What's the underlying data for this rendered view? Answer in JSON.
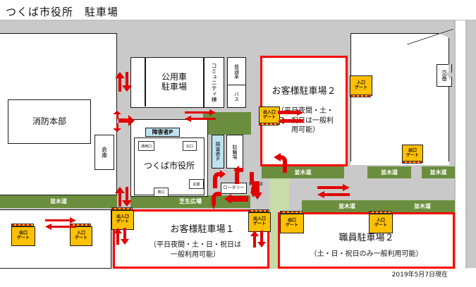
{
  "page": {
    "title": "つくば市役所　駐車場",
    "datestamp": "2019年5月7日現在"
  },
  "buildings": [
    {
      "name": "fire-department",
      "label": "消防本部"
    },
    {
      "name": "warehouse",
      "label": "倉庫"
    },
    {
      "name": "official-vehicle-parking",
      "label_line1": "公用車",
      "label_line2": "駐車場"
    },
    {
      "name": "community-building",
      "label": "コミュニティ棟"
    },
    {
      "name": "regular-car-parking",
      "label": "普通車"
    },
    {
      "name": "bus-parking",
      "label": "バス"
    },
    {
      "name": "city-hall",
      "label": "つくば市役所"
    },
    {
      "name": "police-box",
      "label": "交番"
    },
    {
      "name": "bicycle-parking",
      "label": "駐輪場"
    },
    {
      "name": "disabled-parking-side",
      "label": "障害者P"
    },
    {
      "name": "rotary",
      "label": "ロータリー"
    }
  ],
  "city_hall": {
    "label": "つくば市役所",
    "entrances": [
      {
        "name": "service-entrance",
        "label": "通用口"
      },
      {
        "name": "north-entrance",
        "label": "北口"
      },
      {
        "name": "main-entrance",
        "label": "玄関"
      },
      {
        "name": "south-entrance",
        "label": "南口"
      }
    ],
    "disabled_parking_badge": "障害者P"
  },
  "zones": {
    "customer_parking_2": {
      "title": "お客様駐車場２",
      "note_line1": "（平日夜間・土・",
      "note_line2": "日・祝日は一般利",
      "note_line3": "用可能）"
    },
    "customer_parking_1": {
      "title": "お客様駐車場１",
      "note_line1": "（平日夜間・土・日・祝日は",
      "note_line2": "一般利用可能）"
    },
    "staff_parking_2": {
      "title": "職員駐車場２",
      "note": "（土・日・祝日のみ一般利用可能）"
    }
  },
  "gates": [
    {
      "name": "gate-entrance-customer2",
      "line1": "入口",
      "line2": "ゲート"
    },
    {
      "name": "gate-inout-customer2",
      "line1": "出入口",
      "line2": "ゲート"
    },
    {
      "name": "gate-exit-upper-right",
      "line1": "出口",
      "line2": "ゲート"
    },
    {
      "name": "gate-exit-customer1-west",
      "line1": "出口",
      "line2": "ゲート"
    },
    {
      "name": "gate-entrance-customer1-west",
      "line1": "入口",
      "line2": "ゲート"
    },
    {
      "name": "gate-inout-customer1-east",
      "line1": "出入口",
      "line2": "ゲート"
    },
    {
      "name": "gate-inout-staff2-west",
      "line1": "出入口",
      "line2": "ゲート"
    },
    {
      "name": "gate-exit-staff2",
      "line1": "出口",
      "line2": "ゲート"
    },
    {
      "name": "gate-entrance-staff2",
      "line1": "入口",
      "line2": "ゲート"
    }
  ],
  "roads": {
    "tree_lined_label": "並木道",
    "lawn_plaza_label": "芝生広場",
    "no_right_turn_label": "右折禁止",
    "tree_lined_segments": [
      {
        "name": "namiki-west",
        "label": "並木道"
      },
      {
        "name": "namiki-customer2-south",
        "label": "並木道"
      },
      {
        "name": "namiki-center-upper",
        "label": "並木道"
      },
      {
        "name": "namiki-east-upper",
        "label": "並木道"
      },
      {
        "name": "namiki-staff2-north-left",
        "label": "並木道"
      },
      {
        "name": "namiki-staff2-north-right",
        "label": "並木道"
      }
    ]
  },
  "colors": {
    "zone_outline": "#ff0000",
    "gate_fill": "#ffc000",
    "tree_road": "#6b8e3e",
    "lawn": "#c8dcaa",
    "road_gray": "#c9c9c9",
    "disabled_badge": "#bfe2ef"
  }
}
